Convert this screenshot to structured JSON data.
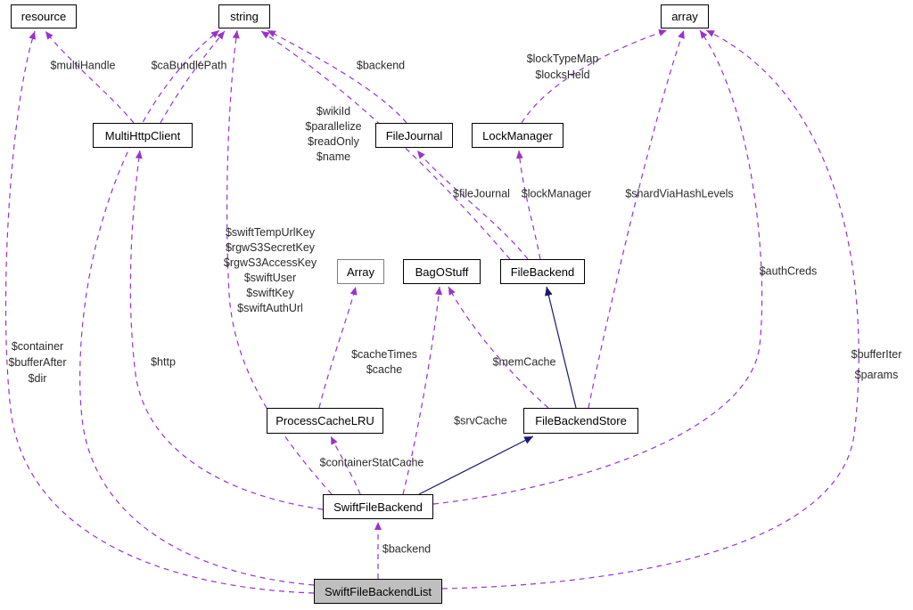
{
  "diagram": {
    "type": "doxygen-collaboration-graph",
    "nodes": {
      "resource": "resource",
      "string": "string",
      "array": "array",
      "multi_http_client": "MultiHttpClient",
      "file_journal": "FileJournal",
      "lock_manager": "LockManager",
      "array_class": "Array",
      "bag_o_stuff": "BagOStuff",
      "file_backend": "FileBackend",
      "process_cache_lru": "ProcessCacheLRU",
      "file_backend_store": "FileBackendStore",
      "swift_file_backend": "SwiftFileBackend",
      "swift_file_backend_list": "SwiftFileBackendList"
    },
    "edge_labels": {
      "multi_handle": "$multiHandle",
      "ca_bundle_path": "$caBundlePath",
      "journal_backend": "$backend",
      "file_backend_to_string": [
        "$wikiId",
        "$parallelize",
        "$readOnly",
        "$name"
      ],
      "lock_manager_to_array": [
        "$lockTypeMap",
        "$locksHeld"
      ],
      "file_journal_ref": "$fileJournal",
      "lock_manager_ref": "$lockManager",
      "shard_via_hash_levels": "$shardViaHashLevels",
      "swift_to_string": [
        "$swiftTempUrlKey",
        "$rgwS3SecretKey",
        "$rgwS3AccessKey",
        "$swiftUser",
        "$swiftKey",
        "$swiftAuthUrl"
      ],
      "auth_creds": "$authCreds",
      "list_to_left": [
        "$container",
        "$bufferAfter",
        "$dir"
      ],
      "http": "$http",
      "cache_group": [
        "$cacheTimes",
        "$cache"
      ],
      "mem_cache": "$memCache",
      "buffer_iter_params": [
        "$bufferIter",
        "$params"
      ],
      "srv_cache": "$srvCache",
      "container_stat_cache": "$containerStatCache",
      "list_backend": "$backend"
    },
    "colors": {
      "usage_edge": "#9a32cd",
      "inheritance_edge": "#191970",
      "node_border": "#000000",
      "external_border": "#7f7f7f",
      "highlight_fill": "#bfbfbf"
    }
  }
}
